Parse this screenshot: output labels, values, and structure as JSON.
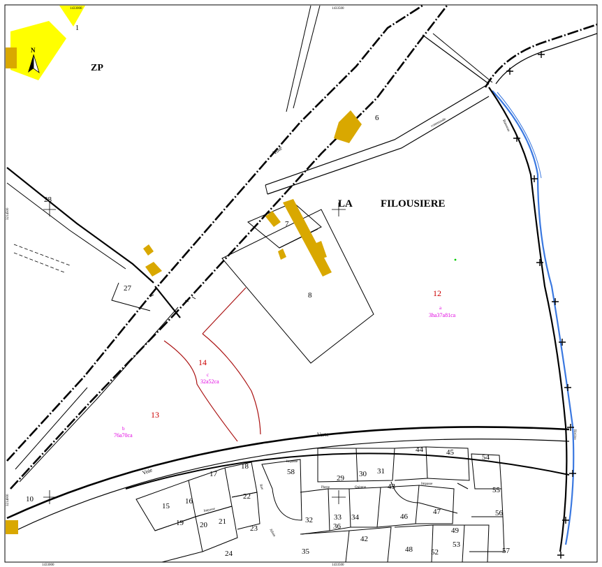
{
  "map": {
    "labels": {
      "zp": "ZP",
      "lieu_la": "LA",
      "lieu_filousiere": "FILOUSIERE",
      "north": "N",
      "parcel_12": "12",
      "parcel_12_sub": "a",
      "parcel_12_area": "3ha37a81ca",
      "parcel_13": "13",
      "parcel_13_sub": "b",
      "parcel_13_area": "76a70ca",
      "parcel_14": "14",
      "parcel_14_sub": "c",
      "parcel_14_area": "32a52ca"
    },
    "top_ticks": [
      "1433000",
      "1433500"
    ],
    "bottom_ticks": [
      "1433000",
      "1433500"
    ],
    "left_ticks": [
      "3214500",
      "3214000"
    ],
    "street_words": {
      "voie_1": "Voie",
      "communale": "communale",
      "voie_2": "Voie",
      "verte": "Verte",
      "impasse_1": "Impasse",
      "impasse_2": "Impasse",
      "impasse_3": "Impasse",
      "pierre": "Pierre",
      "quinton": "Quinton",
      "rue": "Rue",
      "allain": "Allain",
      "ruisseau": "Ruisseau",
      "riviere": "Rivière"
    },
    "parcels": [
      {
        "num": "1"
      },
      {
        "num": "6"
      },
      {
        "num": "7"
      },
      {
        "num": "8"
      },
      {
        "num": "10"
      },
      {
        "num": "15"
      },
      {
        "num": "16"
      },
      {
        "num": "17"
      },
      {
        "num": "18"
      },
      {
        "num": "19"
      },
      {
        "num": "20"
      },
      {
        "num": "21"
      },
      {
        "num": "22"
      },
      {
        "num": "23"
      },
      {
        "num": "24"
      },
      {
        "num": "27"
      },
      {
        "num": "28"
      },
      {
        "num": "29"
      },
      {
        "num": "30"
      },
      {
        "num": "31"
      },
      {
        "num": "32"
      },
      {
        "num": "33"
      },
      {
        "num": "34"
      },
      {
        "num": "35"
      },
      {
        "num": "36"
      },
      {
        "num": "42"
      },
      {
        "num": "43"
      },
      {
        "num": "44"
      },
      {
        "num": "45"
      },
      {
        "num": "46"
      },
      {
        "num": "47"
      },
      {
        "num": "48"
      },
      {
        "num": "49"
      },
      {
        "num": "52"
      },
      {
        "num": "53"
      },
      {
        "num": "54"
      },
      {
        "num": "55"
      },
      {
        "num": "56"
      },
      {
        "num": "57"
      },
      {
        "num": "58"
      }
    ],
    "colors": {
      "building": "#d9a800",
      "yellow_zone": "#ffff00",
      "water": "#3a78e0",
      "new_boundary": "#aa1111",
      "annotation_red": "#cc0000",
      "annotation_magenta": "#e000e0"
    }
  }
}
